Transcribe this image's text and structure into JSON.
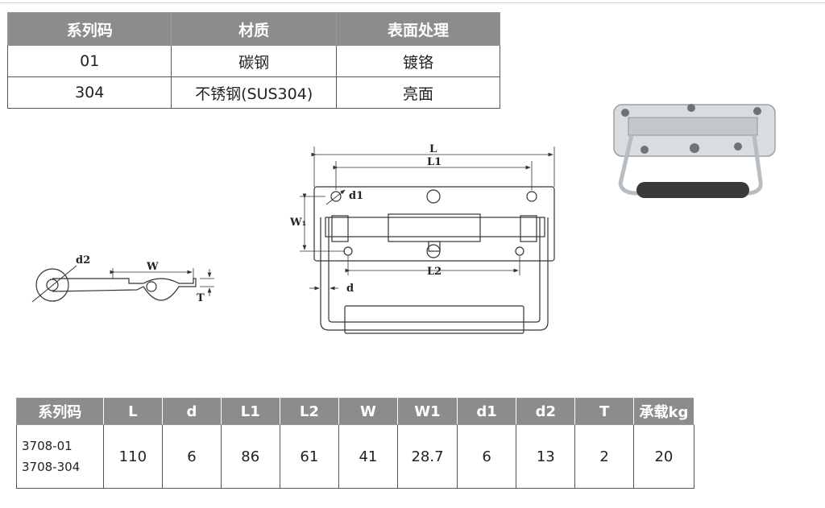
{
  "material_table": {
    "headers": [
      "系列码",
      "材质",
      "表面处理"
    ],
    "rows": [
      [
        "01",
        "碳钢",
        "镀铬"
      ],
      [
        "304",
        "不锈钢(SUS304)",
        "亮面"
      ]
    ]
  },
  "drawing": {
    "side_labels": {
      "d2": "d2",
      "w": "W",
      "t": "T"
    },
    "top_labels": {
      "l": "L",
      "l1": "L1",
      "d1": "d1",
      "w1": "W₁",
      "l2": "L2",
      "d": "d"
    }
  },
  "spec_table": {
    "headers": [
      "系列码",
      "L",
      "d",
      "L1",
      "L2",
      "W",
      "W1",
      "d1",
      "d2",
      "T",
      "承载kg"
    ],
    "models": [
      "3708-01",
      "3708-304"
    ],
    "values": [
      "110",
      "6",
      "86",
      "61",
      "41",
      "28.7",
      "6",
      "13",
      "2",
      "20"
    ]
  }
}
